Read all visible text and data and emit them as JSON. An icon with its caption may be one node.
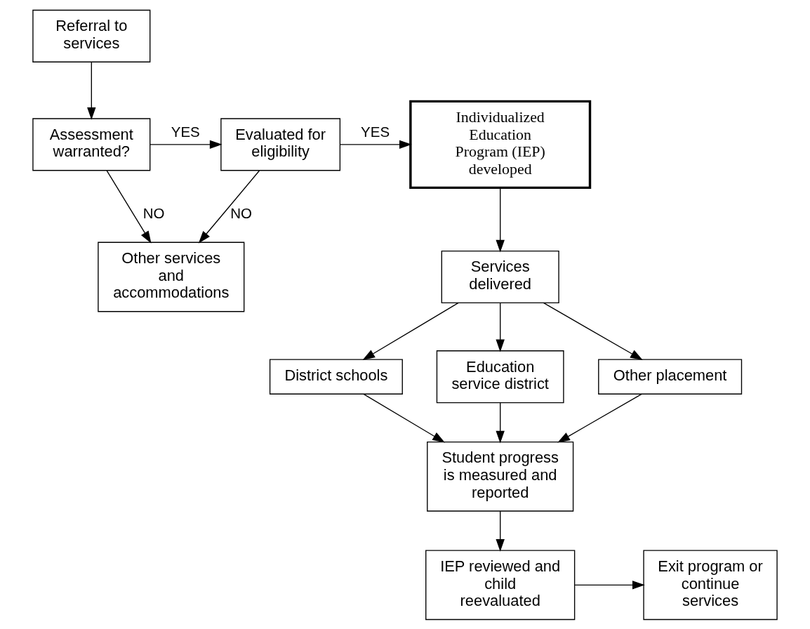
{
  "diagram": {
    "nodes": [
      {
        "text": [
          "Referral to services"
        ]
      },
      {
        "text": [
          "Assessment warranted?"
        ]
      },
      {
        "text": [
          "Evaluated for eligibility"
        ]
      },
      {
        "text": [
          "Individualized Education Program (IEP) developed"
        ]
      },
      {
        "text": [
          "Other services and accommodations"
        ]
      },
      {
        "text": [
          "Services delivered"
        ]
      },
      {
        "text": [
          "District schools"
        ]
      },
      {
        "text": [
          "Education service district"
        ]
      },
      {
        "text": [
          "Other placement"
        ]
      },
      {
        "text": [
          "Student progress is measured and reported"
        ]
      },
      {
        "text": [
          "IEP reviewed and child reevaluated"
        ]
      },
      {
        "text": [
          "Exit program or continue services"
        ]
      }
    ],
    "edges": [
      {
        "from": 0,
        "to": 1,
        "arrow": "to"
      },
      {
        "from": 1,
        "to": 2,
        "arrow": "to",
        "label": "YES"
      },
      {
        "from": 2,
        "to": 3,
        "arrow": "to",
        "label": "YES"
      },
      {
        "from": 1,
        "to": 4,
        "arrow": "to",
        "label": "NO"
      },
      {
        "from": 2,
        "to": 4,
        "arrow": "to",
        "label": "NO"
      },
      {
        "from": 3,
        "to": 5,
        "arrow": "to"
      },
      {
        "from": 5,
        "to": 6,
        "arrow": "to"
      },
      {
        "from": 5,
        "to": 7,
        "arrow": "to"
      },
      {
        "from": 5,
        "to": 8,
        "arrow": "to"
      },
      {
        "from": 6,
        "to": 9,
        "arrow": "to"
      },
      {
        "from": 7,
        "to": 9,
        "arrow": "to"
      },
      {
        "from": 8,
        "to": 9,
        "arrow": "to"
      },
      {
        "from": 9,
        "to": 10,
        "arrow": "to"
      },
      {
        "from": 10,
        "to": 11,
        "arrow": "to"
      }
    ]
  }
}
